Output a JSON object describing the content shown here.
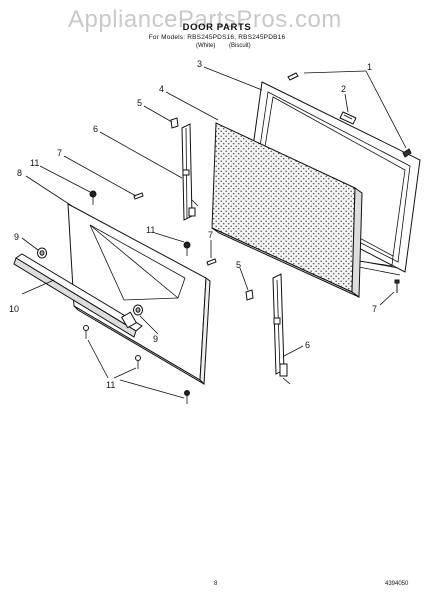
{
  "watermark": "AppliancePartsPros.com",
  "header": {
    "title": "DOOR PARTS",
    "subtitle": "For Models: RBS245PDS16, RBS245PDB16",
    "colors": [
      "(White)",
      "(Biscuit)"
    ]
  },
  "callouts": [
    "1",
    "2",
    "3",
    "4",
    "5",
    "6",
    "7",
    "8",
    "9",
    "10",
    "11"
  ],
  "footer": {
    "page": "8",
    "doc_number": "4394050"
  }
}
